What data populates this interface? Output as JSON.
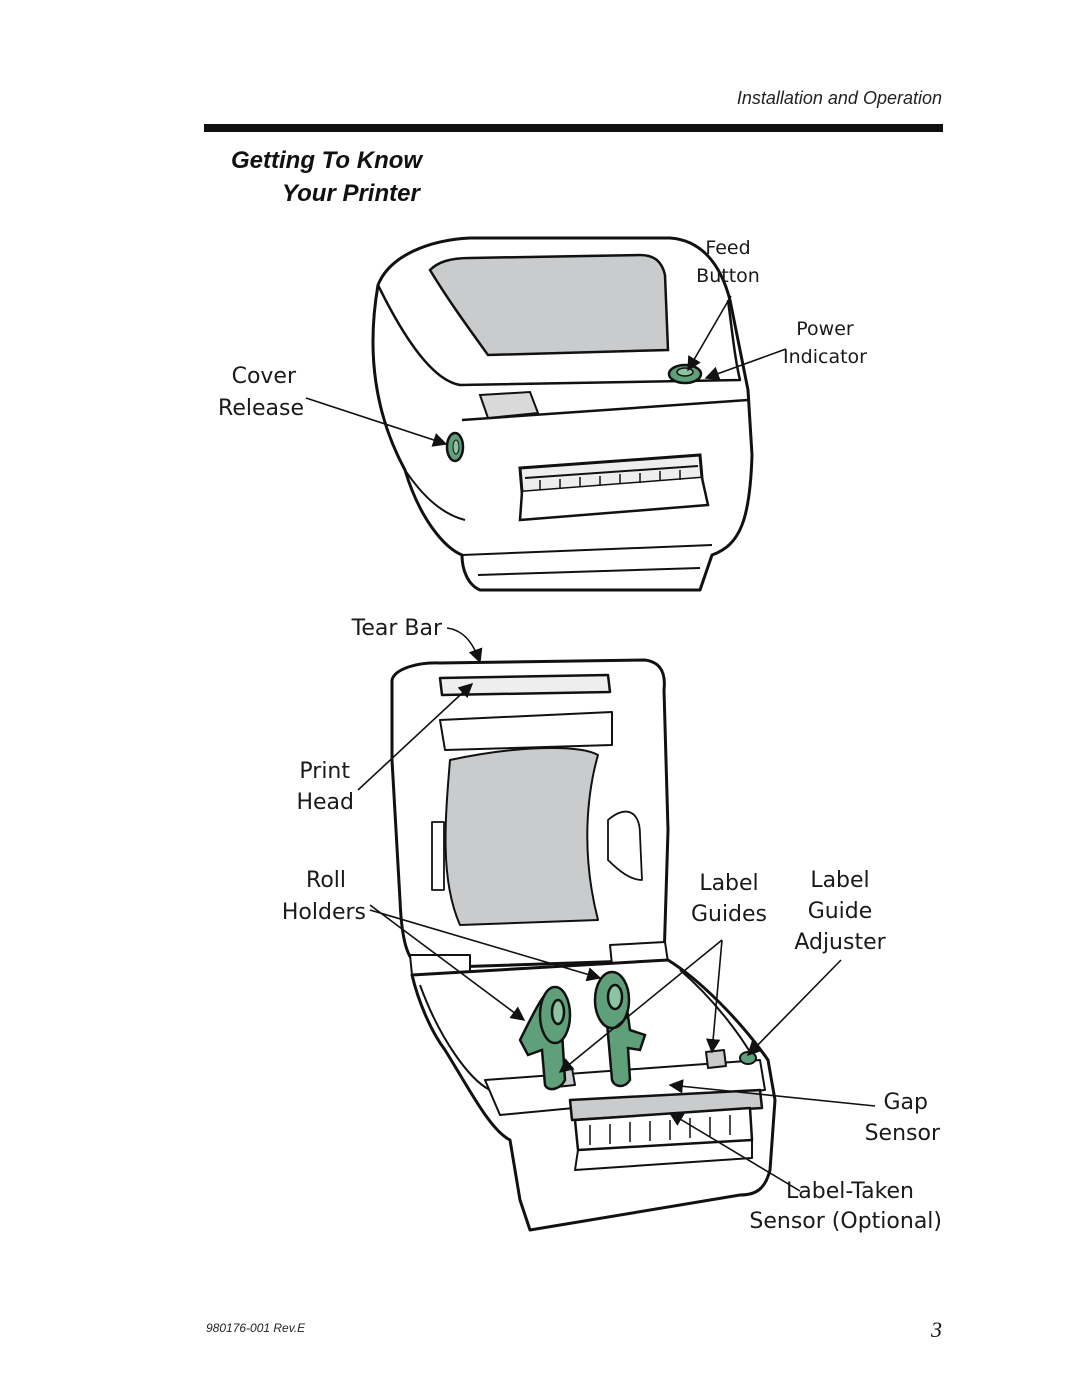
{
  "header": {
    "running_head": "Installation and Operation",
    "title_line1": "Getting To Know",
    "title_line2": "Your Printer"
  },
  "callouts": {
    "feed_button": [
      "Feed",
      "Button"
    ],
    "power_indicator": [
      "Power",
      "Indicator"
    ],
    "cover_release": [
      "Cover",
      "Release"
    ],
    "tear_bar": "Tear Bar",
    "print_head": [
      "Print",
      "Head"
    ],
    "roll_holders": [
      "Roll",
      "Holders"
    ],
    "label_guides": [
      "Label",
      "Guides"
    ],
    "label_guide_adjuster": [
      "Label",
      "Guide",
      "Adjuster"
    ],
    "gap_sensor": [
      "Gap",
      "Sensor"
    ],
    "label_taken_sensor": [
      "Label-Taken",
      "Sensor (Optional)"
    ]
  },
  "footer": {
    "doc_number": "980176-001 Rev.E",
    "page_number": "3"
  },
  "colors": {
    "accent_green": "#5fa07a",
    "window_gray": "#c9cbcc",
    "ink": "#111111"
  }
}
